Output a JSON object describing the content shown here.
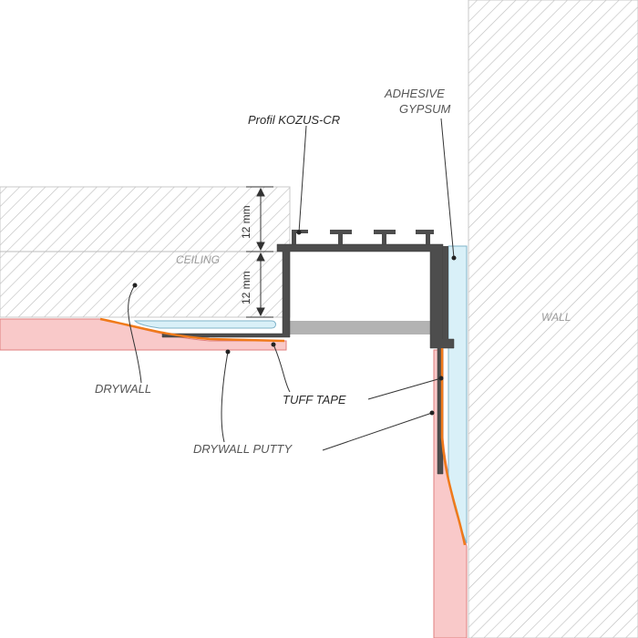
{
  "labels": {
    "profile": "Profil KOZUS-CR",
    "adhesive_line1": "ADHESIVE",
    "adhesive_line2": "GYPSUM",
    "ceiling": "CEILING",
    "wall": "WALL",
    "drywall": "DRYWALL",
    "tuff_tape": "TUFF TAPE",
    "drywall_putty": "DRYWALL PUTTY",
    "dim_upper": "12 mm",
    "dim_lower": "12 mm"
  },
  "colors": {
    "hatch_line": "#b0b0b0",
    "hatch_bg": "#f2f2f2",
    "drywall_fill": "#f9c9c9",
    "drywall_stroke": "#e07f7f",
    "gypsum_fill": "#d9f0f8",
    "gypsum_stroke": "#7fb3c9",
    "profile_fill": "#4d4d4d",
    "tape": "#f07a1a",
    "insert_grey": "#b3b3b3"
  }
}
